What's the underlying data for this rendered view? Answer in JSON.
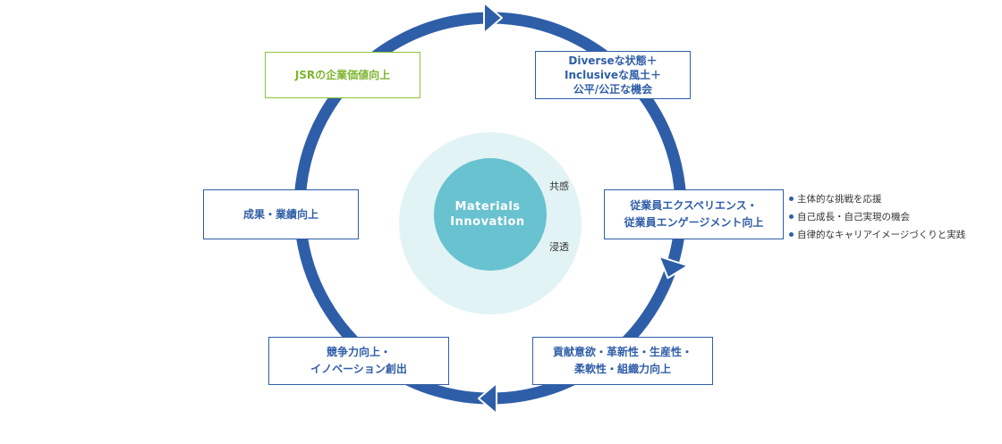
{
  "center": {
    "line1": "Materials",
    "line2": "Innovation",
    "label_top": "共感",
    "label_bottom": "浸透"
  },
  "nodes": {
    "jsr_value": {
      "lines": [
        "JSRの企業価値向上"
      ]
    },
    "diverse": {
      "lines": [
        "Diverseな状態＋",
        "Inclusiveな風土＋",
        "公平/公正な機会"
      ]
    },
    "employee_experience": {
      "lines": [
        "従業員エクスペリエンス・",
        "従業員エンゲージメント向上"
      ]
    },
    "contribution": {
      "lines": [
        "貢献意欲・革新性・生産性・",
        "柔軟性・組織力向上"
      ]
    },
    "competitiveness": {
      "lines": [
        "競争力向上・",
        "イノベーション創出"
      ]
    },
    "results": {
      "lines": [
        "成果・業績向上"
      ]
    }
  },
  "bullets": [
    "主体的な挑戦を応援",
    "自己成長・自己実現の機会",
    "自律的なキャリアイメージづくりと実践"
  ],
  "colors": {
    "cycle_arrow": "#2f5ea8",
    "box_border": "#2f5ea8",
    "highlight_border": "#8cc43c",
    "highlight_text": "#7db52e",
    "outer_circle": "#e2f3f5",
    "inner_circle": "#68c2cf"
  }
}
